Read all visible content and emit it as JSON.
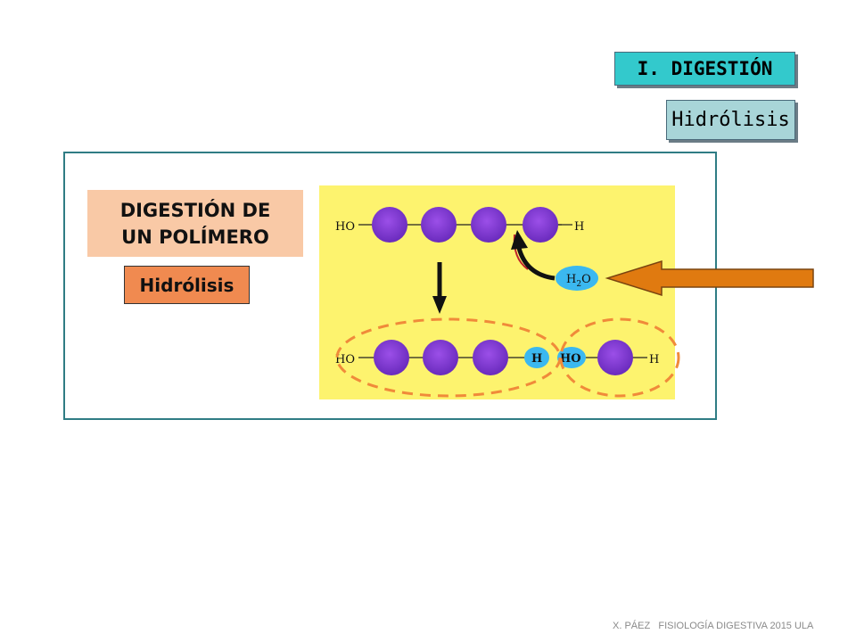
{
  "header": {
    "section_label": "I. DIGESTIÓN",
    "subsection_label": "Hidrólisis"
  },
  "panel": {
    "title_line1": "DIGESTIÓN DE",
    "title_line2": "UN POLÍMERO",
    "process_label": "Hidrólisis"
  },
  "diagram": {
    "top_chain": {
      "left_end": "HO",
      "right_end": "H",
      "monomer_count": 4
    },
    "water_label_h": "H",
    "water_label_sub": "2",
    "water_label_o": "O",
    "bottom_chain": {
      "left_end": "HO",
      "fragment_end": "H",
      "fragment_start": "HO",
      "right_end": "H",
      "left_fragment_monomers": 3,
      "right_fragment_monomers": 1
    }
  },
  "colors": {
    "panel_background": "#fdf36e",
    "monomer": "#8a3fd6",
    "water": "#3bb8f0",
    "dashed_outline": "#f08a3a",
    "pointer_arrow": "#e07a10"
  },
  "footer": {
    "credit": "X. PÁEZ   FISIOLOGÍA DIGESTIVA 2015 ULA"
  }
}
